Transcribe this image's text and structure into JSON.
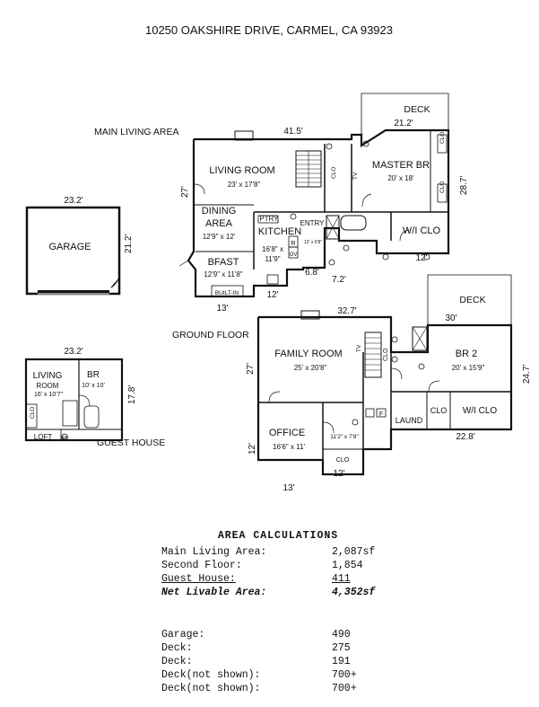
{
  "header": {
    "address": "10250 OAKSHIRE DRIVE, CARMEL, CA  93923"
  },
  "labels": {
    "main_living_area": "MAIN LIVING AREA",
    "ground_floor": "GROUND FLOOR",
    "guest_house": "GUEST HOUSE"
  },
  "garage": {
    "name": "GARAGE",
    "width": "23.2'",
    "depth": "21.2'"
  },
  "main_floor": {
    "top_dim": "41.5'",
    "left_dim": "27'",
    "bottom_dim": "13'",
    "bottom_dim_2": "12'",
    "right_dim": "28.7'",
    "dim_6_8": "6.8'",
    "dim_7_2": "7.2'",
    "dim_12": "12'",
    "deck": {
      "name": "DECK",
      "dim": "21.2'"
    },
    "living_room": {
      "name": "LIVING ROOM",
      "size": "23' x 17'8\""
    },
    "dining": {
      "name1": "DINING",
      "name2": "AREA",
      "size": "12'9\" x 12'"
    },
    "kitchen": {
      "name": "KITCHEN",
      "size1": "16'8\" x",
      "size2": "11'9\""
    },
    "bfast": {
      "name": "BFAST",
      "size": "12'9\" x 11'8\""
    },
    "master_br": {
      "name": "MASTER BR",
      "size": "20' x 18'"
    },
    "wi_clo": "W/I CLO",
    "entry": "ENTRY",
    "ptry": "PTRY",
    "built_in": "BUILT-IN",
    "clo": "CLO",
    "tv": "TV",
    "r": "R",
    "ov": "OV",
    "small_size": "12' x 6'8\""
  },
  "ground_floor": {
    "top_dim": "32.7'",
    "left_dim": "27'",
    "left_dim_2": "12'",
    "bottom_dim": "13'",
    "bottom_dim_2": "12'",
    "right_dim": "24.7'",
    "right_bottom_dim": "22.8'",
    "deck": {
      "name": "DECK",
      "dim": "30'"
    },
    "family_room": {
      "name": "FAMILY ROOM",
      "size": "25' x 20'8\""
    },
    "br2": {
      "name": "BR 2",
      "size": "20' x 15'9\""
    },
    "office": {
      "name": "OFFICE",
      "size": "16'6\" x 11'"
    },
    "small_size": "11'2\" x 7'8\"",
    "laund": "LAUND",
    "wi_clo": "W/I CLO",
    "clo": "CLO",
    "tv": "TV",
    "f": "F"
  },
  "guest_house": {
    "width": "23.2'",
    "depth": "17.8'",
    "living_room1": "LIVING",
    "living_room2": "ROOM",
    "living_size": "16' x 10'7\"",
    "br": "BR",
    "br_size": "10' x 10'",
    "loft": "LOFT",
    "clo": "CLO",
    "wh": "WH"
  },
  "area_calculations": {
    "title": "AREA CALCULATIONS",
    "rows": [
      {
        "label": "Main Living Area:",
        "value": "2,087sf"
      },
      {
        "label": "Second Floor:",
        "value": "1,854"
      },
      {
        "label": "Guest  House:",
        "value": "411"
      },
      {
        "label": "Net Livable Area:",
        "value": "4,352sf"
      }
    ],
    "extra_rows": [
      {
        "label": "Garage:",
        "value": "490"
      },
      {
        "label": "Deck:",
        "value": "275"
      },
      {
        "label": "Deck:",
        "value": "191"
      },
      {
        "label": "Deck(not shown):",
        "value": "700+"
      },
      {
        "label": "Deck(not shown):",
        "value": "700+"
      }
    ]
  }
}
